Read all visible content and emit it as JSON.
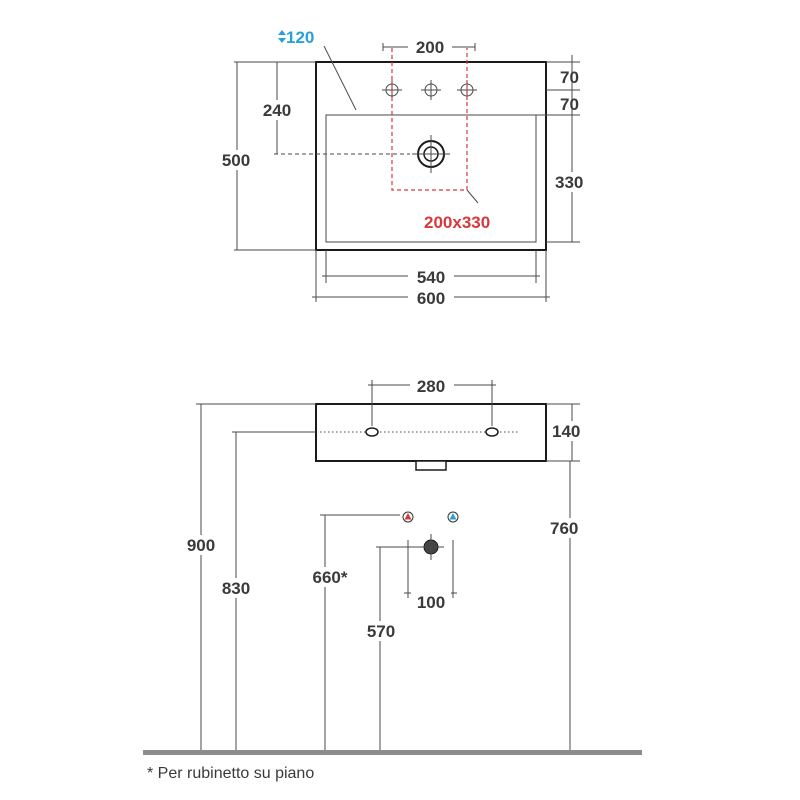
{
  "top_view": {
    "overflow": "120",
    "holes_spacing": "200",
    "top_offset": "70",
    "second_offset": "70",
    "drain_height": "240",
    "depth": "500",
    "basin_depth": "330",
    "tap_zone": "200x330",
    "inner_width": "540",
    "width": "600"
  },
  "side_view": {
    "bracket_spacing": "280",
    "thickness": "140",
    "top_height": "900",
    "bracket_height": "830",
    "bottom_height": "760",
    "supply_height": "660*",
    "drain_height": "570",
    "supply_spacing": "100"
  },
  "colors": {
    "hot": "#d9383a",
    "cold": "#2aa0d8",
    "floor": "#8c8c8c"
  },
  "footnote": "* Per rubinetto su piano"
}
